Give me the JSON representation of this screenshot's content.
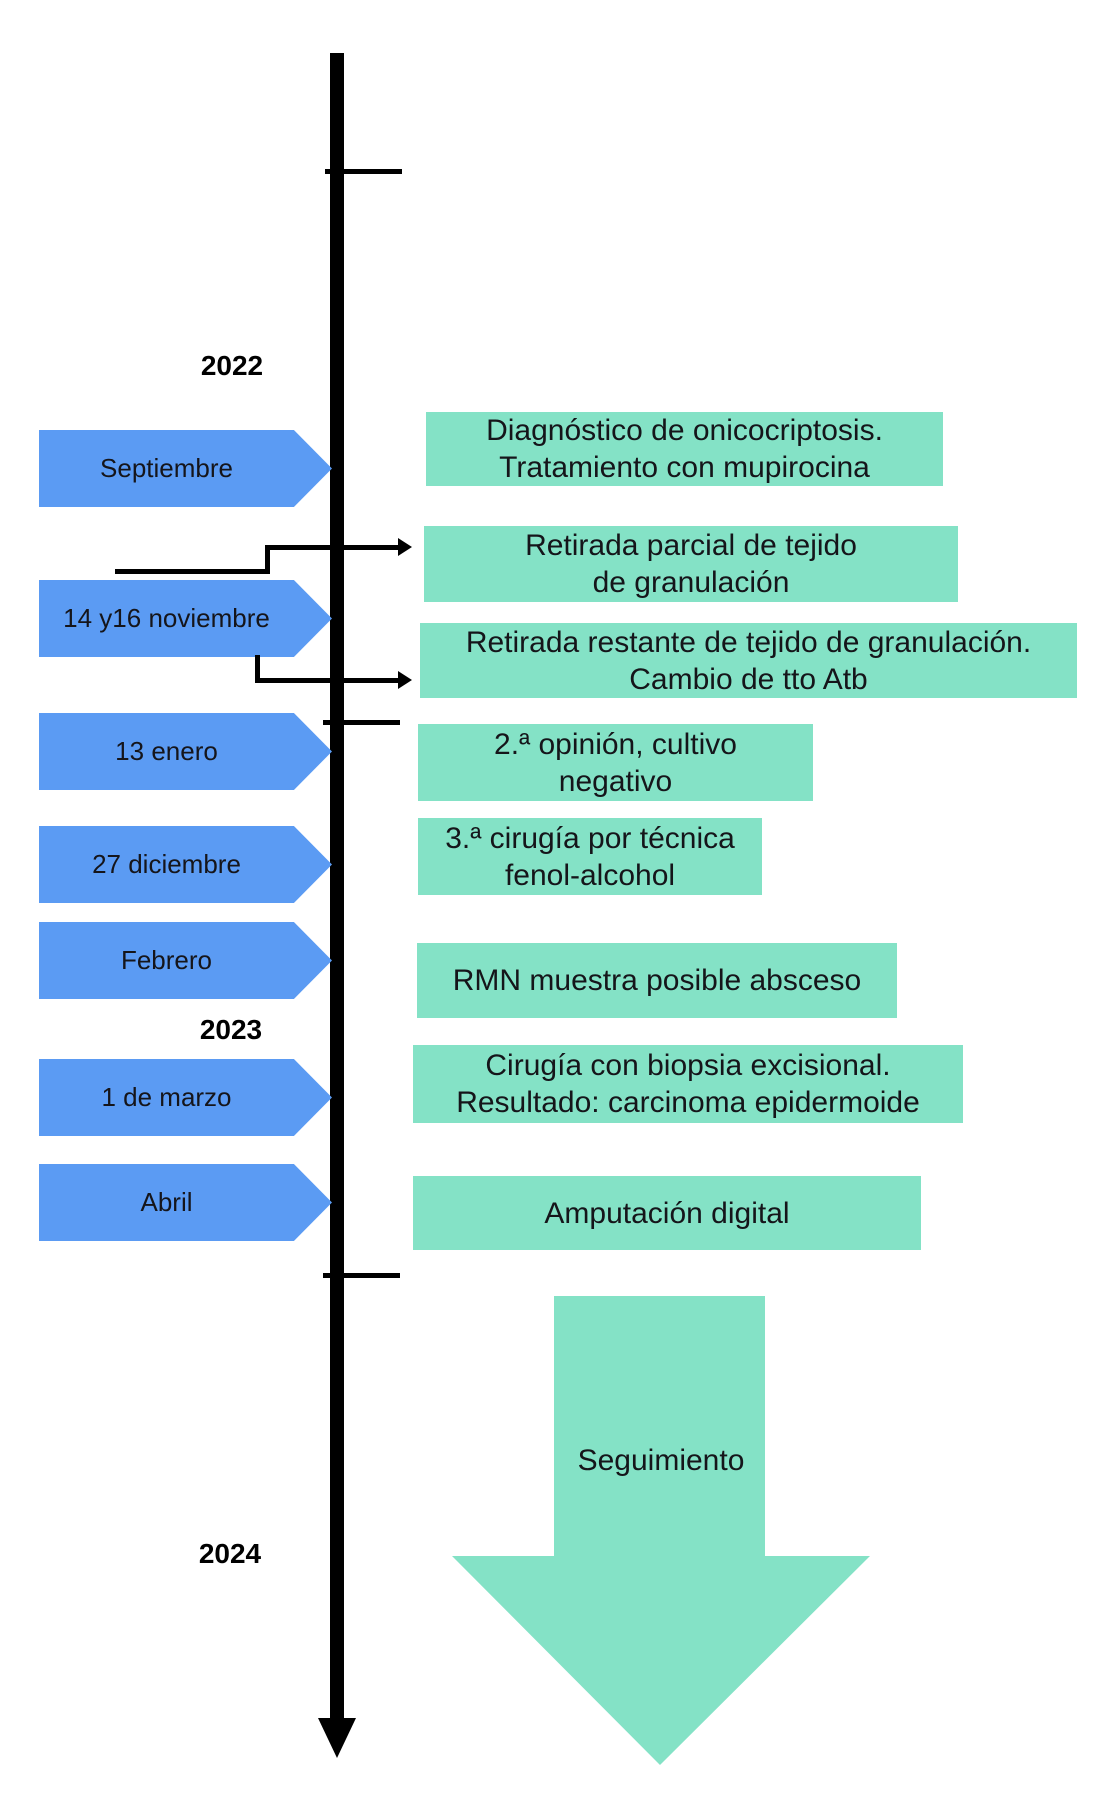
{
  "diagram": {
    "type": "clinical-case-timeline",
    "orientation": "vertical"
  },
  "colors": {
    "date_flag_blue": "#5b9bf3",
    "event_box_teal": "#84e2c6",
    "timeline_black": "#000000",
    "text_dark": "#15151a"
  },
  "years": [
    {
      "label": "2022"
    },
    {
      "label": "2023"
    },
    {
      "label": "2024"
    }
  ],
  "dates": [
    {
      "label": "Septiembre"
    },
    {
      "label": "14 y16 noviembre"
    },
    {
      "label": "13 enero"
    },
    {
      "label": "27 diciembre"
    },
    {
      "label": "Febrero"
    },
    {
      "label": "1 de marzo"
    },
    {
      "label": "Abril"
    }
  ],
  "events": [
    {
      "lines": [
        "Diagnóstico de onicocriptosis.",
        "Tratamiento con mupirocina"
      ]
    },
    {
      "lines": [
        "Retirada parcial de tejido",
        "de granulación"
      ]
    },
    {
      "lines": [
        "Retirada restante de tejido de granulación.",
        "Cambio de tto Atb"
      ]
    },
    {
      "lines": [
        "2.ª opinión, cultivo",
        "negativo"
      ]
    },
    {
      "lines": [
        "3.ª cirugía por técnica",
        "fenol-alcohol"
      ]
    },
    {
      "lines": [
        "RMN muestra posible absceso"
      ]
    },
    {
      "lines": [
        "Cirugía con biopsia excisional.",
        "Resultado: carcinoma epidermoide"
      ]
    },
    {
      "lines": [
        "Amputación digital"
      ]
    }
  ],
  "followup": {
    "label": "Seguimiento"
  }
}
